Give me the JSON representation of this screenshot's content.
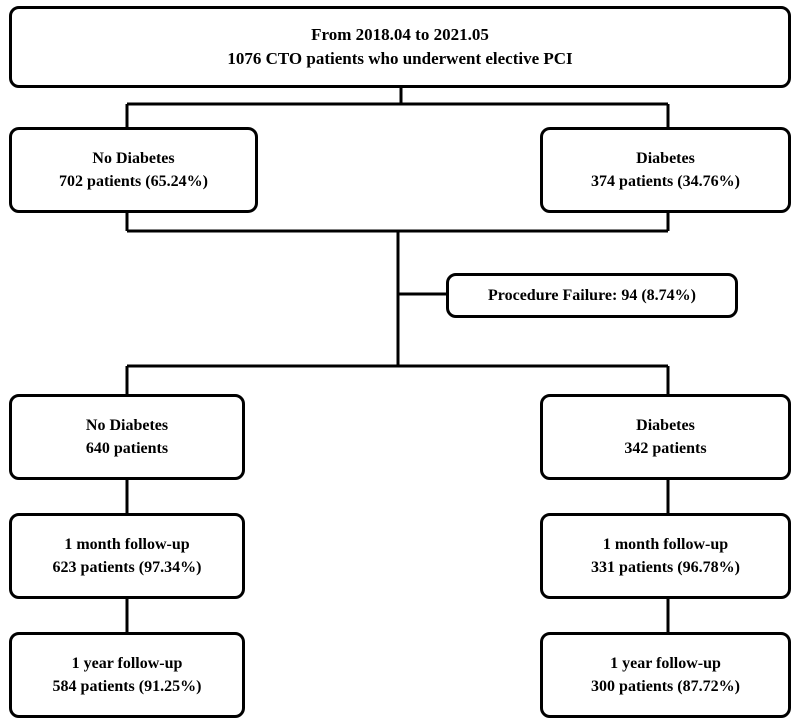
{
  "enrollment": {
    "line1": "From 2018.04 to 2021.05",
    "line2": "1076 CTO patients who underwent elective PCI"
  },
  "initial_groups": {
    "no_diabetes": {
      "label": "No Diabetes",
      "count": "702 patients (65.24%)"
    },
    "diabetes": {
      "label": "Diabetes",
      "count": "374 patients (34.76%)"
    }
  },
  "exclusion": {
    "label": "Procedure Failure: 94 (8.74%)"
  },
  "analyzed_groups": {
    "no_diabetes": {
      "label": "No Diabetes",
      "count": "640 patients"
    },
    "diabetes": {
      "label": "Diabetes",
      "count": "342 patients"
    }
  },
  "month_followup": {
    "no_diabetes": {
      "label": "1 month follow-up",
      "count": "623 patients (97.34%)"
    },
    "diabetes": {
      "label": "1 month follow-up",
      "count": "331 patients (96.78%)"
    }
  },
  "year_followup": {
    "no_diabetes": {
      "label": "1 year follow-up",
      "count": "584 patients (91.25%)"
    },
    "diabetes": {
      "label": "1 year follow-up",
      "count": "300 patients (87.72%)"
    }
  },
  "colors": {
    "stroke": "#000000",
    "background": "#ffffff",
    "text": "#000000"
  }
}
